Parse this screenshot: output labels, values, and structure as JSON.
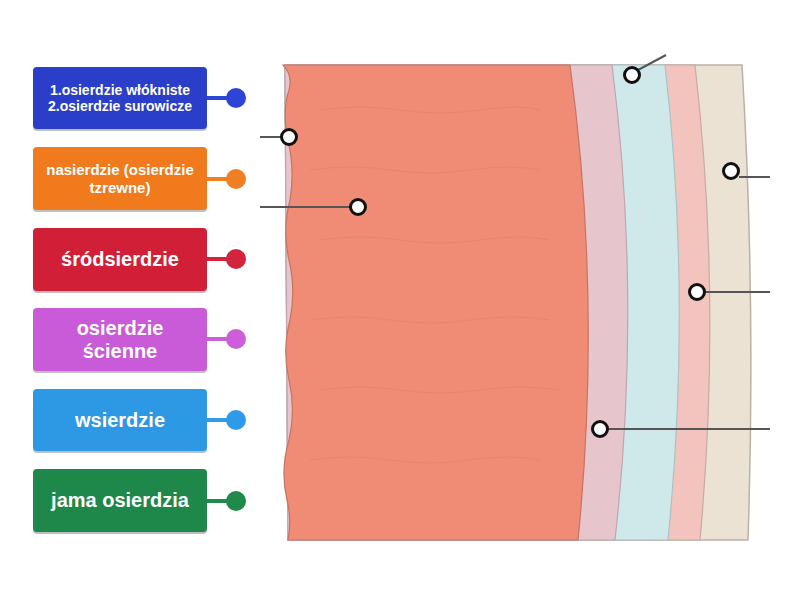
{
  "diagram": {
    "nodes": [
      {
        "text": [
          "1.osierdzie włókniste 2.osierdzie surowicze"
        ]
      },
      {
        "text": [
          "nasierdzie (osierdzie tzrewne)"
        ]
      },
      {
        "text": [
          "śródsierdzie"
        ]
      },
      {
        "text": [
          "osierdzie ścienne"
        ]
      },
      {
        "text": [
          "wsierdzie"
        ]
      },
      {
        "text": [
          "jama osierdzia"
        ]
      }
    ]
  }
}
